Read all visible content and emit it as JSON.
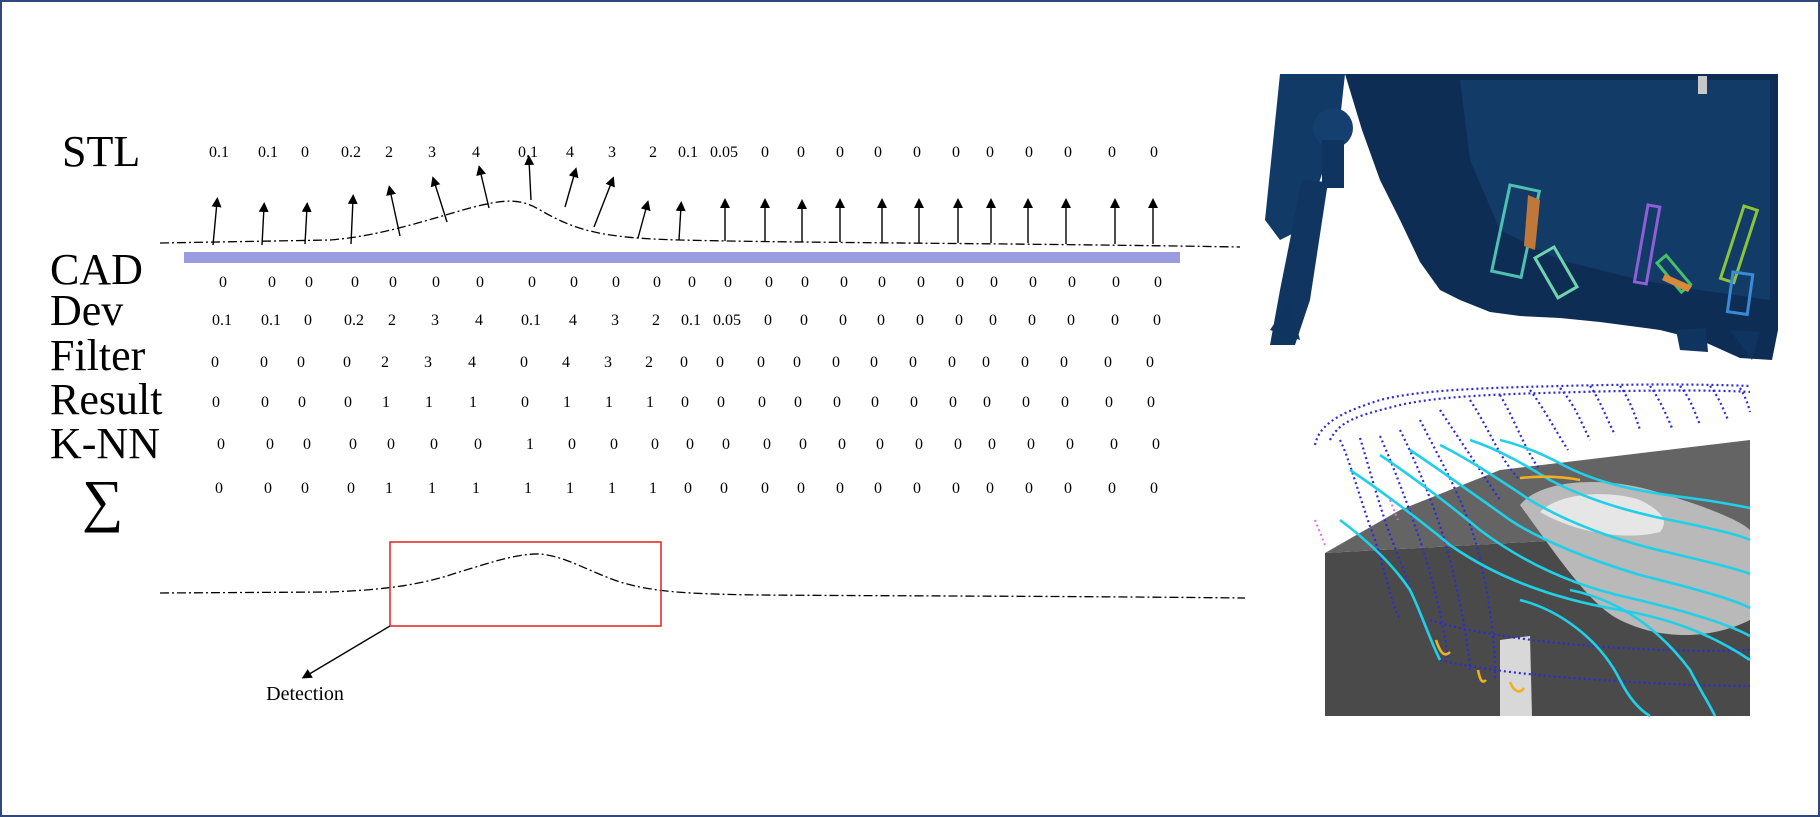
{
  "labels": {
    "stl": "STL",
    "cad": "CAD",
    "dev": "Dev",
    "filter": "Filter",
    "result": "Result",
    "knn": "K-NN",
    "sum": "∑",
    "detection": "Detection"
  },
  "rows": {
    "stl": [
      "0.1",
      "0.1",
      "0",
      "0.2",
      "2",
      "3",
      "4",
      "0.1",
      "4",
      "3",
      "2",
      "0.1",
      "0.05",
      "0",
      "0",
      "0",
      "0",
      "0",
      "0",
      "0",
      "0",
      "0",
      "0",
      "0"
    ],
    "cad": [
      "0",
      "0",
      "0",
      "0",
      "0",
      "0",
      "0",
      "0",
      "0",
      "0",
      "0",
      "0",
      "0",
      "0",
      "0",
      "0",
      "0",
      "0",
      "0",
      "0",
      "0",
      "0",
      "0",
      "0"
    ],
    "dev": [
      "0.1",
      "0.1",
      "0",
      "0.2",
      "2",
      "3",
      "4",
      "0.1",
      "4",
      "3",
      "2",
      "0.1",
      "0.05",
      "0",
      "0",
      "0",
      "0",
      "0",
      "0",
      "0",
      "0",
      "0",
      "0",
      "0"
    ],
    "filter": [
      "0",
      "0",
      "0",
      "0",
      "2",
      "3",
      "4",
      "0",
      "4",
      "3",
      "2",
      "0",
      "0",
      "0",
      "0",
      "0",
      "0",
      "0",
      "0",
      "0",
      "0",
      "0",
      "0",
      "0"
    ],
    "result": [
      "0",
      "0",
      "0",
      "0",
      "1",
      "1",
      "1",
      "0",
      "1",
      "1",
      "1",
      "0",
      "0",
      "0",
      "0",
      "0",
      "0",
      "0",
      "0",
      "0",
      "0",
      "0",
      "0",
      "0"
    ],
    "knn": [
      "0",
      "0",
      "0",
      "0",
      "0",
      "0",
      "0",
      "1",
      "0",
      "0",
      "0",
      "0",
      "0",
      "0",
      "0",
      "0",
      "0",
      "0",
      "0",
      "0",
      "0",
      "0",
      "0",
      "0"
    ],
    "sum": [
      "0",
      "0",
      "0",
      "0",
      "1",
      "1",
      "1",
      "1",
      "1",
      "1",
      "1",
      "0",
      "0",
      "0",
      "0",
      "0",
      "0",
      "0",
      "0",
      "0",
      "0",
      "0",
      "0",
      "0"
    ]
  },
  "colors": {
    "cad_bar": "#9b9be0",
    "detection_box": "#e03030",
    "frame": "#2f4a7a",
    "mesh": "#0d2d55"
  }
}
